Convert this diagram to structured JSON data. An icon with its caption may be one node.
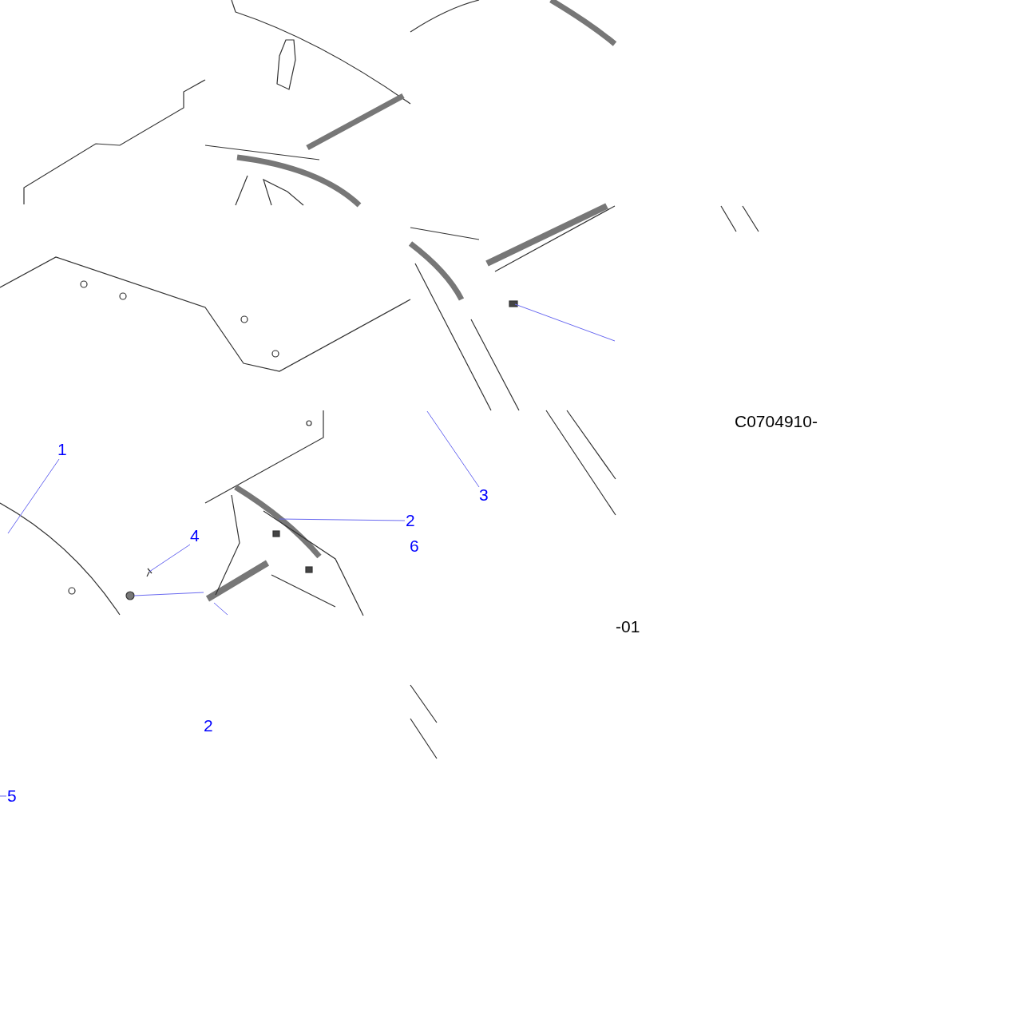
{
  "diagram": {
    "nodes": [
      {
        "text": [
          "1"
        ]
      },
      {
        "text": [
          "4"
        ]
      },
      {
        "text": [
          "2"
        ]
      },
      {
        "text": [
          "3"
        ]
      },
      {
        "text": [
          "5"
        ]
      }
    ],
    "edges": [
      {
        "from": 0,
        "to": null,
        "arrow": "none"
      },
      {
        "from": 1,
        "to": null,
        "arrow": "none"
      },
      {
        "from": 2,
        "to": null,
        "arrow": "none"
      },
      {
        "from": 3,
        "to": null,
        "arrow": "none"
      },
      {
        "from": 4,
        "to": null,
        "arrow": "none"
      }
    ],
    "labels": [
      "6",
      "2",
      "C0704910-",
      "-01"
    ]
  }
}
